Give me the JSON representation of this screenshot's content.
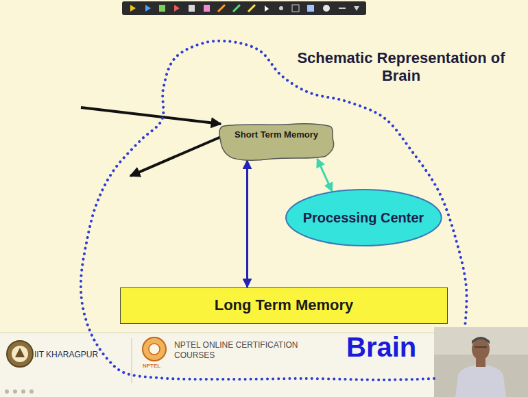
{
  "diagram": {
    "title": "Schematic Representation of Brain",
    "nodes": [
      {
        "text": [
          "Brain"
        ]
      },
      {
        "text": [
          "Short Term Memory"
        ],
        "in": 0
      },
      {
        "text": [
          "Processing Center"
        ],
        "in": 0
      },
      {
        "text": [
          "Long Term Memory"
        ],
        "in": 0
      }
    ],
    "edges": [
      {
        "from": 1,
        "to": 3,
        "arrow": "both"
      },
      {
        "from": 1,
        "to": 2,
        "arrow": "both"
      }
    ],
    "labels": [
      "IIT KHARAGPUR",
      "NPTEL ONLINE CERTIFICATION COURSES",
      "NPTEL"
    ]
  }
}
